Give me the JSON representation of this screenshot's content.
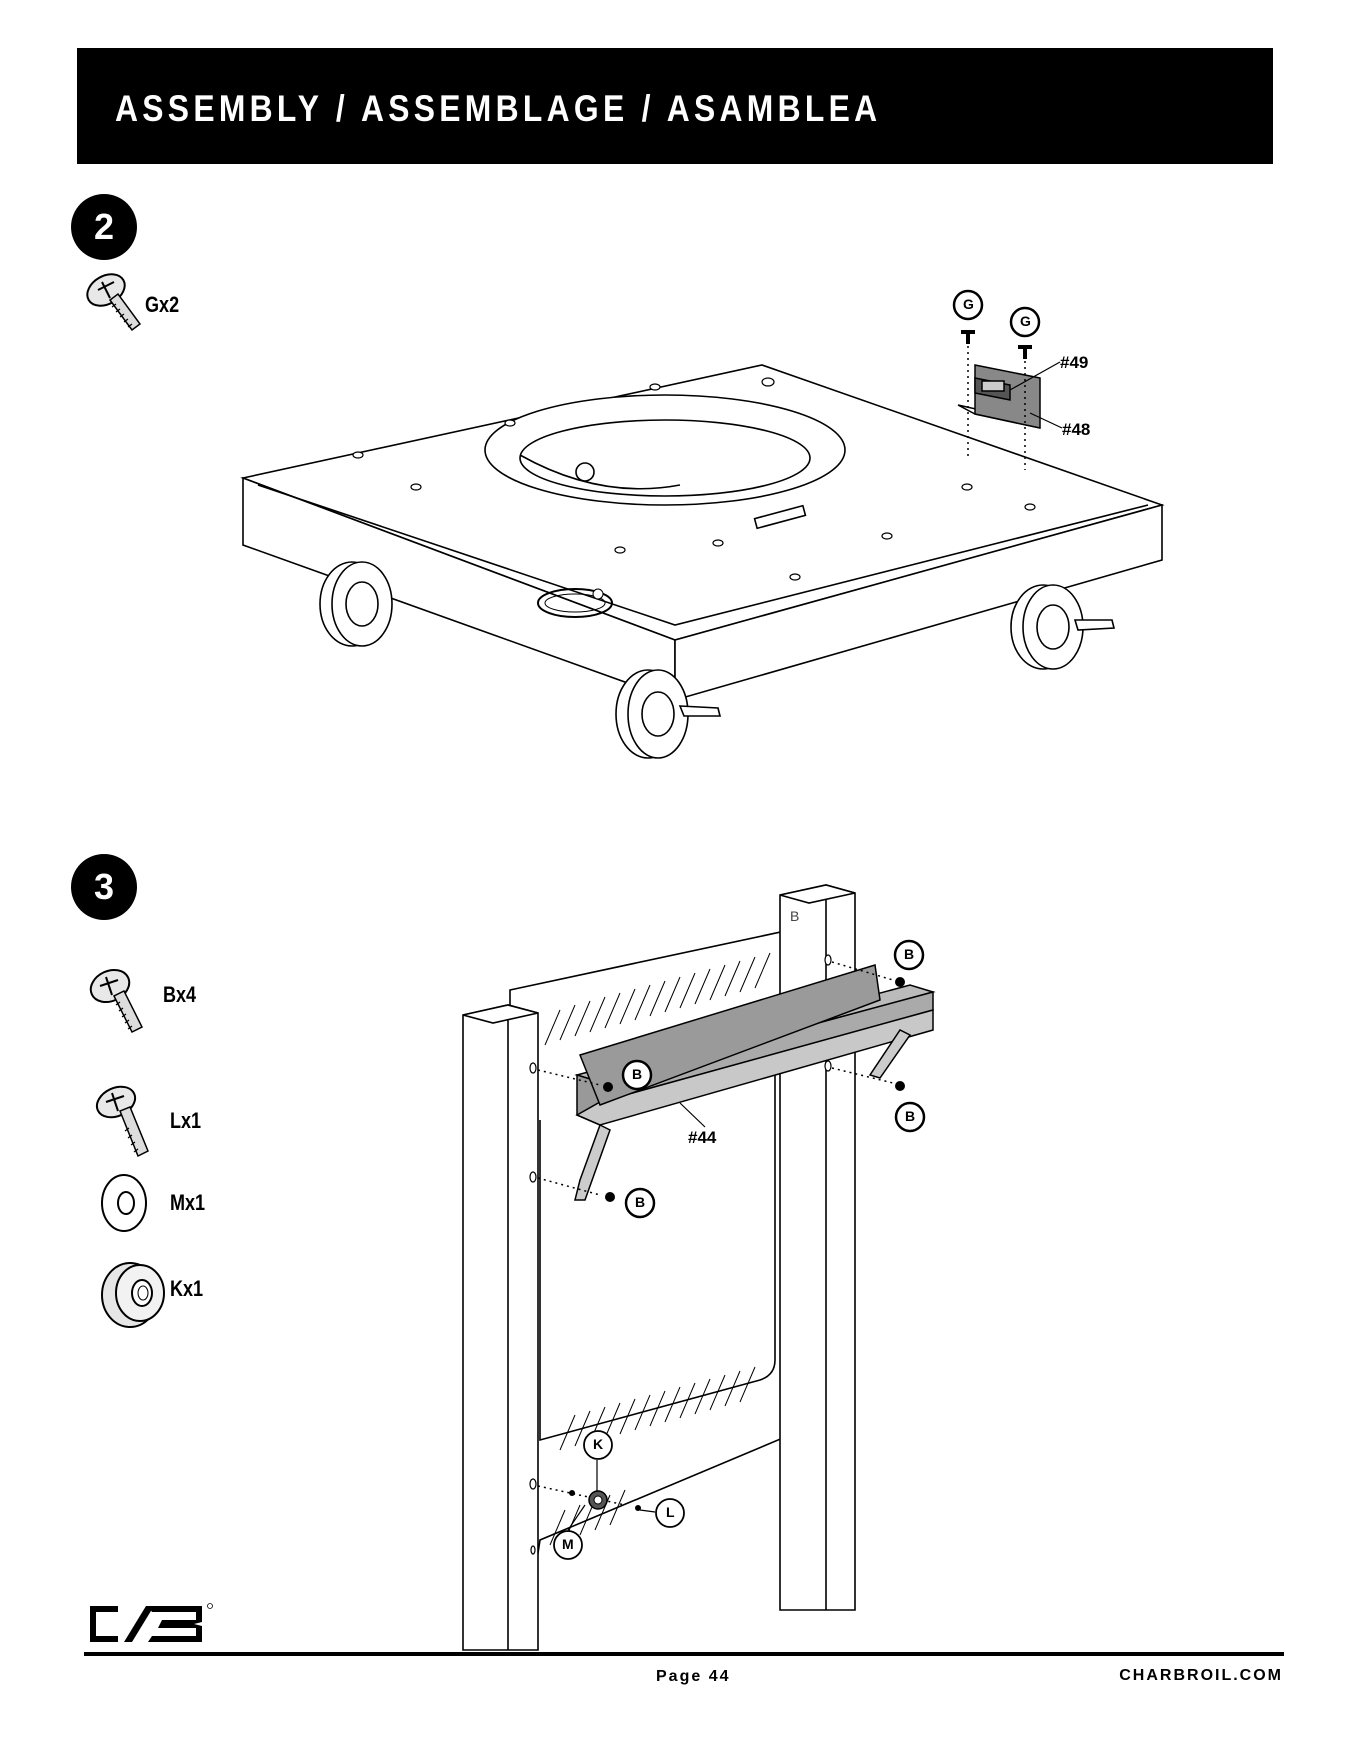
{
  "header": {
    "title": "ASSEMBLY / ASSEMBLAGE / ASAMBLEA"
  },
  "steps": [
    {
      "number": "2",
      "hardware": [
        {
          "label": "Gx2",
          "icon": "phillips-screw-icon"
        }
      ],
      "callouts": {
        "part_a": "#49",
        "part_b": "#48",
        "screw_letter": "G"
      }
    },
    {
      "number": "3",
      "hardware": [
        {
          "label": "Bx4",
          "icon": "phillips-screw-icon"
        },
        {
          "label": "Lx1",
          "icon": "phillips-screw-icon"
        },
        {
          "label": "Mx1",
          "icon": "washer-icon"
        },
        {
          "label": "Kx1",
          "icon": "nut-icon"
        }
      ],
      "callouts": {
        "part": "#44",
        "screw_b": "B",
        "screw_k": "K",
        "screw_l": "L",
        "screw_m": "M",
        "frame_mark": "B"
      }
    }
  ],
  "footer": {
    "page": "Page 44",
    "website": "CHARBROIL.COM",
    "logo": "charbroil-logo"
  }
}
